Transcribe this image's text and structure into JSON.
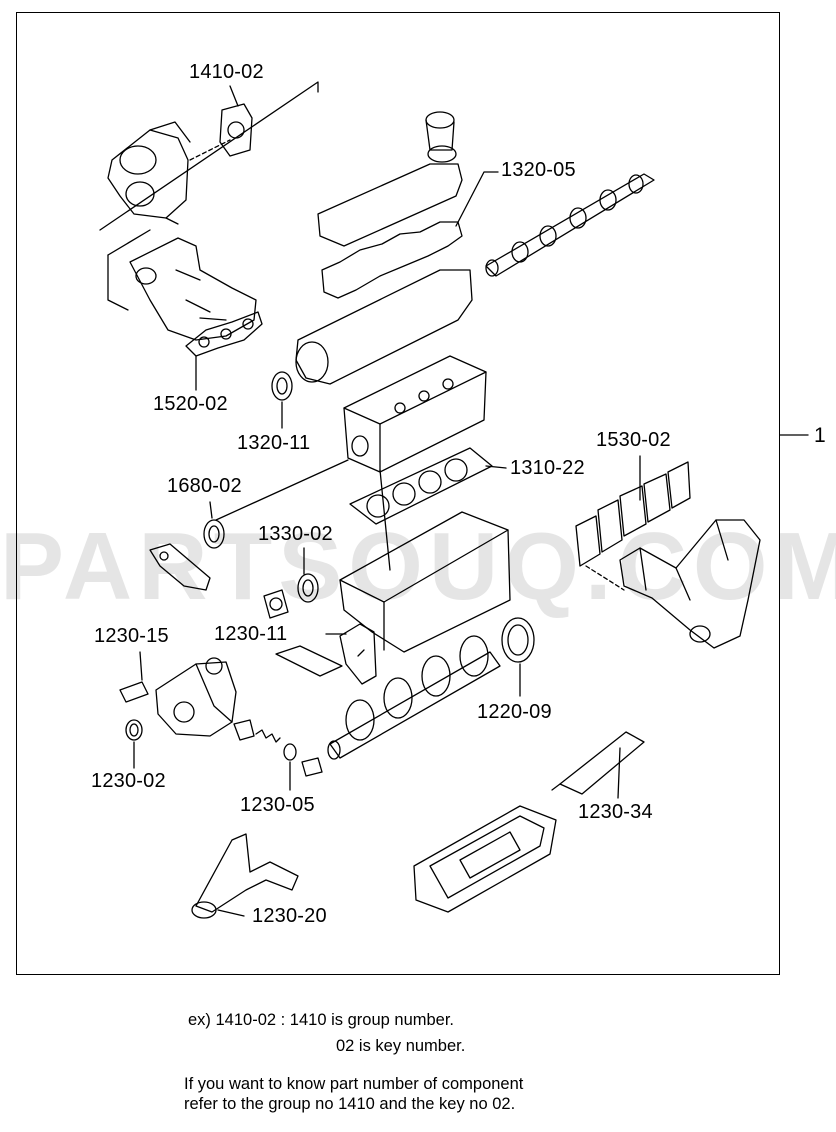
{
  "assembly": {
    "label": "1"
  },
  "watermark": "PARTSOUQ.COM",
  "callouts": [
    {
      "id": "1410-02",
      "text": "1410-02"
    },
    {
      "id": "1320-05",
      "text": "1320-05"
    },
    {
      "id": "1520-02",
      "text": "1520-02"
    },
    {
      "id": "1320-11",
      "text": "1320-11"
    },
    {
      "id": "1310-22",
      "text": "1310-22"
    },
    {
      "id": "1530-02",
      "text": "1530-02"
    },
    {
      "id": "1680-02",
      "text": "1680-02"
    },
    {
      "id": "1330-02",
      "text": "1330-02"
    },
    {
      "id": "1230-15",
      "text": "1230-15"
    },
    {
      "id": "1230-11",
      "text": "1230-11"
    },
    {
      "id": "1220-09",
      "text": "1220-09"
    },
    {
      "id": "1230-02",
      "text": "1230-02"
    },
    {
      "id": "1230-05",
      "text": "1230-05"
    },
    {
      "id": "1230-34",
      "text": "1230-34"
    },
    {
      "id": "1230-20",
      "text": "1230-20"
    }
  ],
  "notes": {
    "example_line1": "ex) 1410-02  : 1410 is group number.",
    "example_line2": "02 is key  number.",
    "help_line1": "If you want to know  part number of component",
    "help_line2": "refer to the group no  1410 and the key no 02."
  }
}
